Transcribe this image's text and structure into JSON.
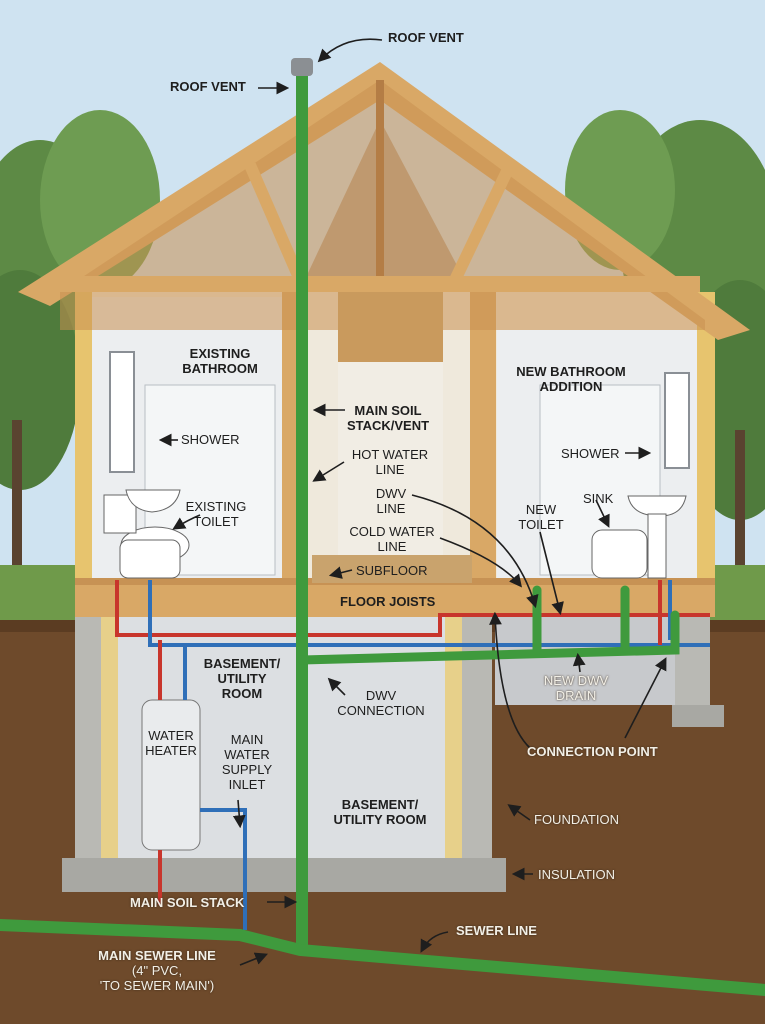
{
  "labels": {
    "roof_vent_top": "ROOF VENT",
    "roof_vent_left": "ROOF VENT",
    "existing_bathroom": [
      "EXISTING",
      "BATHROOM"
    ],
    "new_bathroom": [
      "NEW BATHROOM",
      "ADDITION"
    ],
    "shower_left": "SHOWER",
    "existing_toilet": [
      "EXISTING",
      "TOILET"
    ],
    "main_soil_stack_vent": [
      "MAIN SOIL",
      "STACK/VENT"
    ],
    "hot_water_line": [
      "HOT WATER",
      "LINE"
    ],
    "dwv_line": [
      "DWV",
      "LINE"
    ],
    "cold_water_line": [
      "COLD WATER",
      "LINE"
    ],
    "subfloor": "SUBFLOOR",
    "shower_right": "SHOWER",
    "sink": "SINK",
    "new_toilet": [
      "NEW",
      "TOILET"
    ],
    "floor_joists": "FLOOR JOISTS",
    "basement_utility_room_a": [
      "BASEMENT/",
      "UTILITY",
      "ROOM"
    ],
    "dwv_connection": [
      "DWV",
      "CONNECTION"
    ],
    "new_dwv_drain": [
      "NEW DWV",
      "DRAIN"
    ],
    "connection_point": "CONNECTION POINT",
    "water_heater": [
      "WATER",
      "HEATER"
    ],
    "main_water_supply": [
      "MAIN",
      "WATER",
      "SUPPLY",
      "INLET"
    ],
    "basement_utility_room_b": [
      "BASEMENT/",
      "UTILITY ROOM"
    ],
    "foundation": "FOUNDATION",
    "insulation": "INSULATION",
    "main_soil_stack": "MAIN SOIL STACK",
    "sewer_line": "SEWER LINE",
    "main_sewer_line": [
      "MAIN SEWER LINE",
      "(4\" PVC,",
      "'TO SEWER MAIN')"
    ]
  },
  "colors": {
    "sky": "#cfe3f1",
    "wood": "#d9a866",
    "green_pipe": "#3f9a3d",
    "hot_pipe": "#c8352c",
    "cold_pipe": "#2f6fb8",
    "soil": "#6e4a2b",
    "grass": "#6f9a4a"
  }
}
